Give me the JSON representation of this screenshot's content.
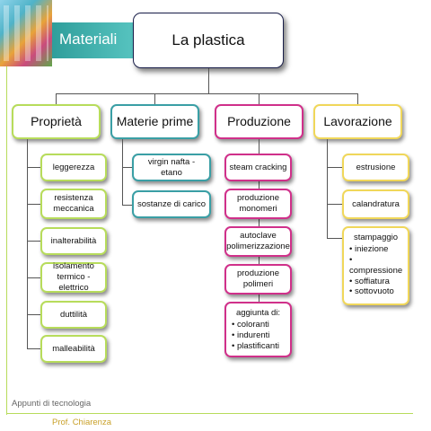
{
  "header": {
    "section_label": "Materiali",
    "title": "La plastica"
  },
  "categories": [
    {
      "label": "Proprietà"
    },
    {
      "label": "Materie prime"
    },
    {
      "label": "Produzione"
    },
    {
      "label": "Lavorazione"
    }
  ],
  "proprieta": [
    "leggerezza",
    "resistenza meccanica",
    "inalterabilità",
    "isolamento termico -elettrico",
    "duttilità",
    "malleabilità"
  ],
  "materie_prime": [
    "virgin nafta - etano",
    "sostanze di carico"
  ],
  "produzione": {
    "items": [
      "steam cracking",
      "produzione monomeri",
      "autoclave polimerizzazione",
      "produzione polimeri"
    ],
    "aggiunta": {
      "title": "aggiunta di:",
      "bullets": [
        "coloranti",
        "indurenti",
        "plastificanti"
      ]
    }
  },
  "lavorazione": {
    "items": [
      "estrusione",
      "calandratura"
    ],
    "stampaggio": {
      "title": "stampaggio",
      "bullets": [
        "iniezione",
        "compressione",
        "soffiatura",
        "sottovuoto"
      ]
    }
  },
  "footer": {
    "course": "Appunti di tecnologia",
    "author": "Prof. Chiarenza"
  },
  "colors": {
    "proprieta": "#b7dc5b",
    "materie_prime": "#3a9fa5",
    "produzione": "#d0308a",
    "lavorazione": "#f0d75a",
    "banner": "#2f9e9b"
  }
}
